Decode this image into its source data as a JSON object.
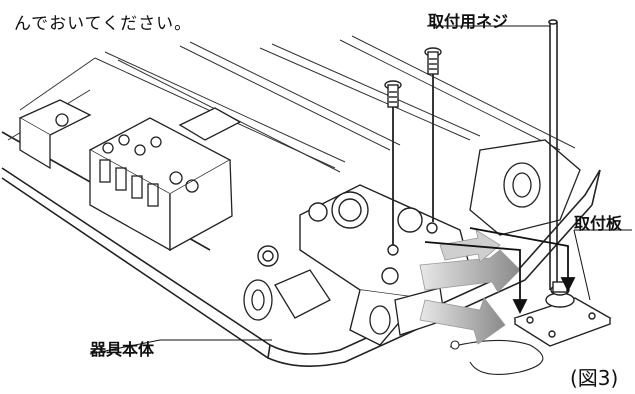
{
  "intro_text": "んでおいてください。",
  "labels": {
    "screw": "取付用ネジ",
    "plate": "取付板",
    "body": "器具本体"
  },
  "figure_caption": "(図3)",
  "colors": {
    "line": "#222222",
    "arrow_gray": "#b5b5b5",
    "arrow_dark": "#777777",
    "background": "#ffffff"
  }
}
